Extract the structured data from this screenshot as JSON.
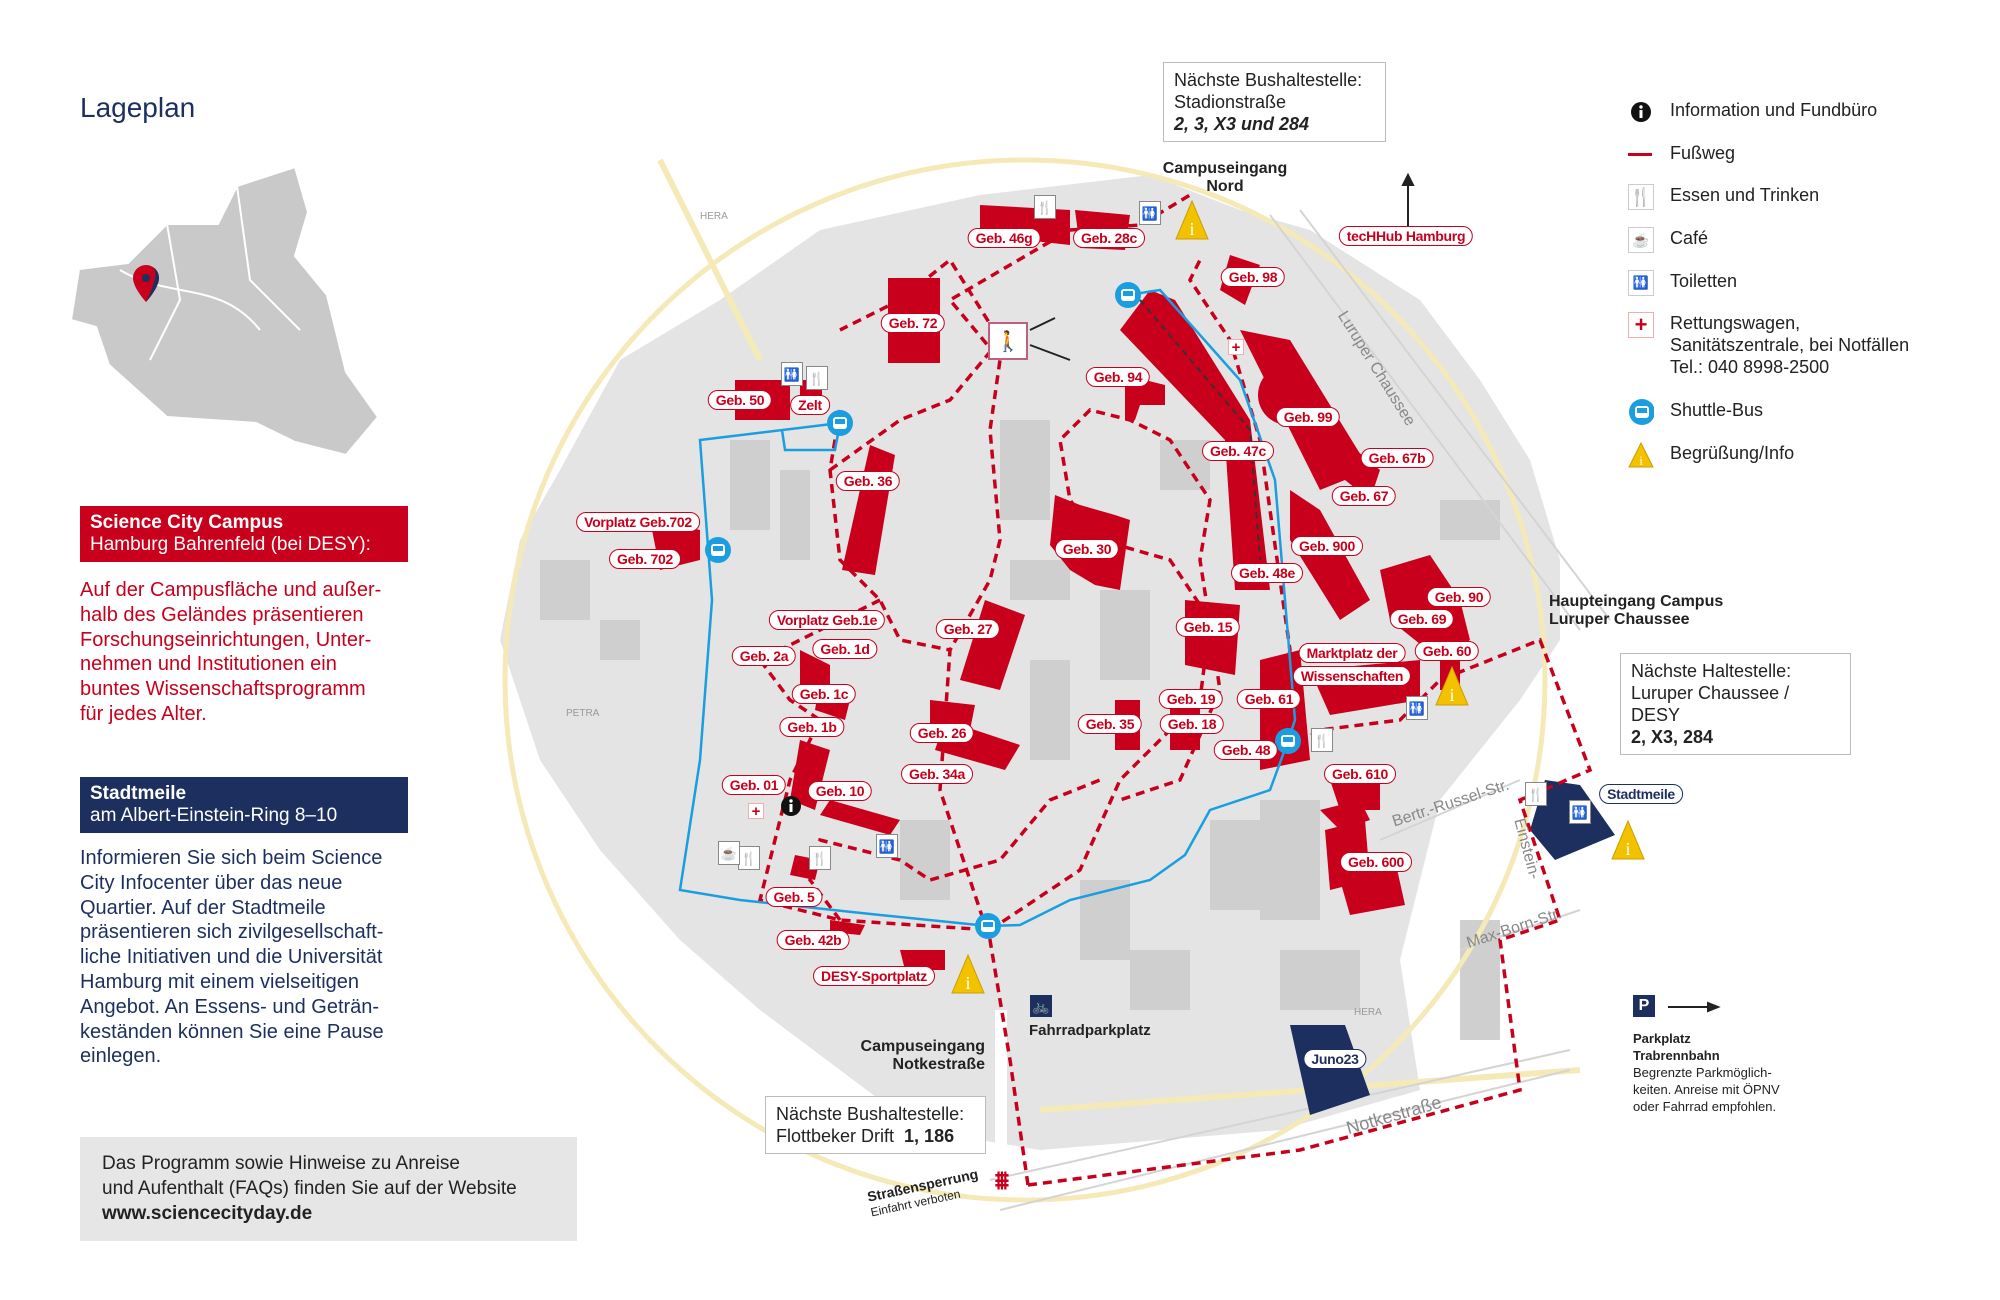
{
  "title": "Lageplan",
  "campus_box": {
    "line1": "Science City Campus",
    "line2": "Hamburg Bahrenfeld (bei DESY):"
  },
  "campus_text": [
    "Auf der Campusfläche und außer-",
    "halb des Geländes präsentieren",
    "Forschungseinrichtungen, Unter-",
    "nehmen und Institutionen ein",
    "buntes Wissenschaftsprogramm",
    "für jedes Alter."
  ],
  "stadtmeile_box": {
    "line1": "Stadtmeile",
    "line2": "am Albert-Einstein-Ring 8–10"
  },
  "stadtmeile_text": [
    "Informieren Sie sich beim Science",
    "City Infocenter über das neue",
    "Quartier. Auf der Stadtmeile",
    "präsentieren sich zivilgesellschaft-",
    "liche Initiativen und die Universität",
    "Hamburg mit einem vielseitigen",
    "Angebot. An Essens- und Geträn-",
    "keständen können Sie eine Pause",
    "einlegen."
  ],
  "footer": {
    "line1": "Das Programm sowie Hinweise zu Anreise",
    "line2": "und Aufenthalt (FAQs) finden Sie auf der Website",
    "url": "www.sciencecityday.de"
  },
  "bus_north": {
    "line1": "Nächste Bushaltestelle:",
    "line2": "Stadionstraße",
    "lines": "2, 3, X3 und 284"
  },
  "bus_south": {
    "line1": "Nächste Bushaltestelle:",
    "line2": "Flottbeker Drift",
    "lines": "1, 186"
  },
  "bus_east": {
    "line1": "Nächste Haltestelle:",
    "line2": "Luruper Chaussee / DESY",
    "lines": "2, X3, 284"
  },
  "legend": [
    {
      "icon": "info-icon",
      "label": "Information und Fundbüro"
    },
    {
      "icon": "footpath-icon",
      "label": "Fußweg"
    },
    {
      "icon": "cutlery-icon",
      "label": "Essen und Trinken"
    },
    {
      "icon": "coffee-cup-icon",
      "label": "Café"
    },
    {
      "icon": "toilet-icon",
      "label": "Toiletten"
    },
    {
      "icon": "red-cross-icon",
      "label": "Rettungswagen,",
      "label2": "Sanitätszentrale, bei Notfällen",
      "label3": "Tel.: 040 8998-2500"
    },
    {
      "icon": "shuttle-bus-icon",
      "label": "Shuttle-Bus"
    },
    {
      "icon": "warning-info-icon",
      "label": "Begrüßung/Info"
    }
  ],
  "entrances": {
    "north1": "Campuseingang",
    "north2": "Nord",
    "main1": "Haupteingang Campus",
    "main2": "Luruper Chaussee",
    "south1": "Campuseingang",
    "south2": "Notkestraße"
  },
  "parking": {
    "p": "P",
    "title1": "Parkplatz",
    "title2": "Trabrennbahn",
    "note1": "Begrenzte Parkmöglich-",
    "note2": "keiten. Anreise mit ÖPNV",
    "note3": "oder Fahrrad empfohlen."
  },
  "bike": "Fahrradparkplatz",
  "roadblock": {
    "title": "Straßensperrung",
    "sub": "Einfahrt verboten"
  },
  "streets": {
    "luruper": "Luruper Chaussee",
    "russel": "Bertr.-Russel-Str.",
    "einstein": "Einstein-",
    "maxborn": "Max-Born-Str.",
    "notke": "Notkestraße",
    "hera1": "HERA",
    "petra": "PETRA",
    "hera2": "HERA"
  },
  "labels": [
    "Geb. 46g",
    "Geb. 28c",
    "Geb. 98",
    "tecHHub Hamburg",
    "Geb. 72",
    "Geb. 94",
    "Geb. 50",
    "Zelt",
    "Geb. 99",
    "Geb. 47c",
    "Geb. 67b",
    "Geb. 36",
    "Geb. 67",
    "Vorplatz Geb.702",
    "Geb. 702",
    "Geb. 30",
    "Geb. 900",
    "Geb. 48e",
    "Geb. 90",
    "Geb. 69",
    "Vorplatz Geb.1e",
    "Geb. 15",
    "Geb. 27",
    "Geb. 1d",
    "Marktplatz der",
    "Geb. 60",
    "Geb. 2a",
    "Wissenschaften",
    "Geb. 1c",
    "Geb. 19",
    "Geb. 61",
    "Geb. 1b",
    "Geb. 35",
    "Geb. 18",
    "Geb. 26",
    "Geb. 48",
    "Geb. 34a",
    "Geb. 610",
    "Geb. 01",
    "Geb. 10",
    "Geb. 600",
    "Geb. 5",
    "Geb. 42b",
    "DESY-Sportplatz"
  ],
  "navy_labels": [
    "Stadtmeile",
    "Juno23"
  ],
  "colors": {
    "red": "#c8001c",
    "navy": "#1c2f5e",
    "shuttle": "#1a9ee0",
    "warning": "#f2c200"
  }
}
